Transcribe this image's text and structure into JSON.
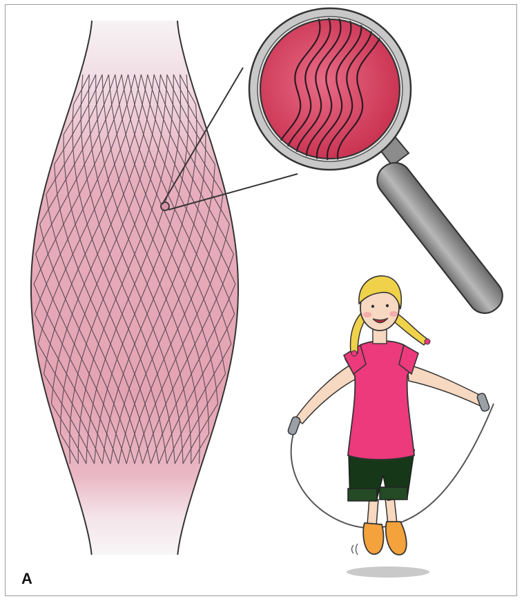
{
  "figure": {
    "panel_label": "A",
    "colors": {
      "muscle_fill": "#e3a0b0",
      "muscle_tendon": "#f3f0f2",
      "fiber_line": "#5a4a55",
      "lens_fill": "#e0506e",
      "lens_rim": "#bdbdbd",
      "handle": "#8e8e8e",
      "dress": "#ec3a7c",
      "pants": "#163818",
      "hair": "#f0d24a",
      "shoes": "#f4a23c",
      "skin": "#f7d8c0"
    },
    "elements": [
      "muscle",
      "magnifying-glass",
      "girl-jumping-rope"
    ]
  }
}
